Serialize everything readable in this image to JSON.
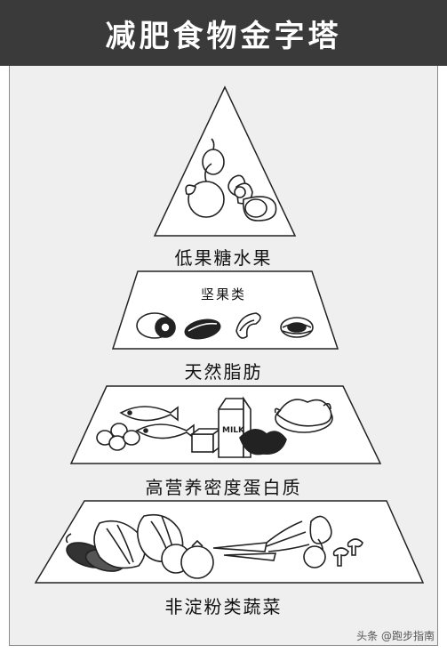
{
  "title": "减肥食物金字塔",
  "tiers": [
    {
      "label": "低果糖水果"
    },
    {
      "label": "天然脂肪",
      "sublabel": "坚果类",
      "milk_label": "MILK"
    },
    {
      "label": "高营养密度蛋白质"
    },
    {
      "label": "非淀粉类蔬菜"
    }
  ],
  "watermark": "头条 @跑步指南",
  "colors": {
    "header": "#3a3a3a",
    "panel": "#efefef",
    "tier_fill": "#ffffff",
    "ink": "#111111"
  }
}
